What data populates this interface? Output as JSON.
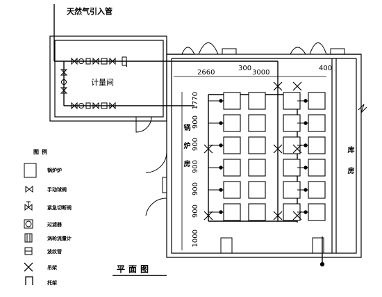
{
  "labels": {
    "gas_inlet": "天然气引入管",
    "meter_room": "计量间",
    "boiler_room": "锅炉房",
    "storage_room": "库房",
    "plan_title": "平面图"
  },
  "dimensions": {
    "top": [
      "2660",
      "300",
      "3000",
      "400"
    ],
    "left": [
      "1770",
      "900",
      "900",
      "900",
      "900",
      "900",
      "1000"
    ]
  },
  "legend": {
    "title": "图例",
    "items": [
      {
        "icon": "boiler-icon",
        "label": "锅炉炉"
      },
      {
        "icon": "manual-ball-valve-icon",
        "label": "手动球阀"
      },
      {
        "icon": "emergency-shutoff-valve-icon",
        "label": "紧急切断阀"
      },
      {
        "icon": "filter-icon",
        "label": "过滤器"
      },
      {
        "icon": "turbine-flowmeter-icon",
        "label": "涡轮流量计"
      },
      {
        "icon": "flexible-hose-icon",
        "label": "波纹管"
      },
      {
        "icon": "hanger-icon",
        "label": "吊架"
      },
      {
        "icon": "bracket-icon",
        "label": "托架"
      }
    ]
  },
  "boilers": {
    "rows": 6,
    "columns": 4
  }
}
